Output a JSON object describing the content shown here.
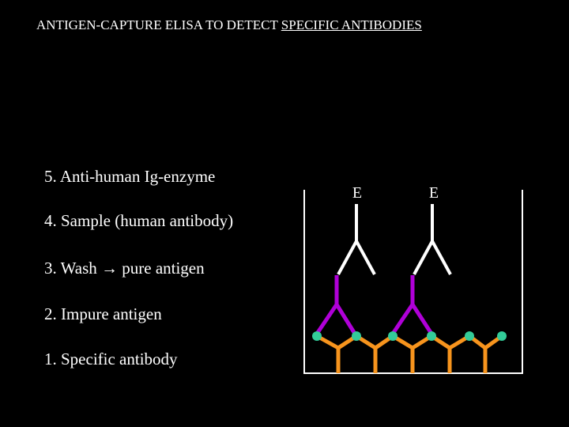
{
  "title": {
    "prefix": "ANTIGEN-CAPTURE ELISA TO DETECT ",
    "emphasis": "SPECIFIC ANTIBODIES"
  },
  "steps": [
    {
      "label": "5. Anti-human Ig-enzyme"
    },
    {
      "label": "4. Sample (human antibody)"
    },
    {
      "label": "3. Wash → pure antigen"
    },
    {
      "label": "2. Impure antigen"
    },
    {
      "label": "1. Specific antibody"
    }
  ],
  "diagram": {
    "enzyme_labels": [
      "E",
      "E"
    ],
    "colors": {
      "capture_antibody": "#F7941D",
      "antigen": "#33CC99",
      "human_antibody": "#B000D8",
      "enzyme_antibody": "#FFFFFF",
      "well": "#FFFFFF"
    }
  }
}
